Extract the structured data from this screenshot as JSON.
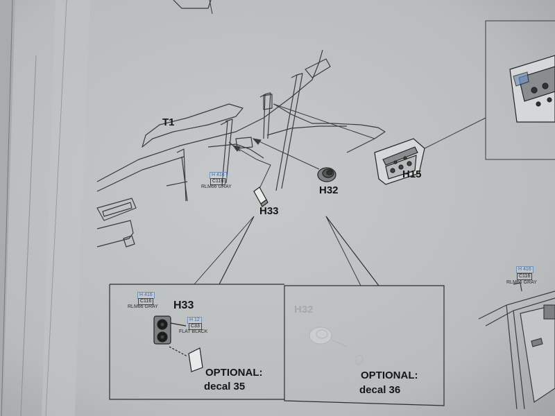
{
  "labels": {
    "t1": "T1",
    "h32": "H32",
    "h33": "H33",
    "h15": "H15"
  },
  "paint_main": {
    "code_h": "H 416",
    "code_c": "C116",
    "name": "RLM66 GRAY"
  },
  "paint_right": {
    "code_h": "H 416",
    "code_c": "C116",
    "name": "RLM66 GRAY"
  },
  "inset_left": {
    "title": "H33",
    "paint1": {
      "code_h": "H 416",
      "code_c": "C116",
      "name": "RLM66 GRAY"
    },
    "paint2": {
      "code_h": "H 12",
      "code_c": "C33",
      "name": "FLAT BLACK"
    },
    "optional_line1": "OPTIONAL:",
    "optional_line2": "decal 35"
  },
  "inset_right": {
    "title": "H32",
    "optional_line1": "OPTIONAL:",
    "optional_line2": "decal 36"
  },
  "colors": {
    "paper": "#b9bcbd",
    "line": "#3a3a3a",
    "code_blue": "#3f6aa6"
  }
}
